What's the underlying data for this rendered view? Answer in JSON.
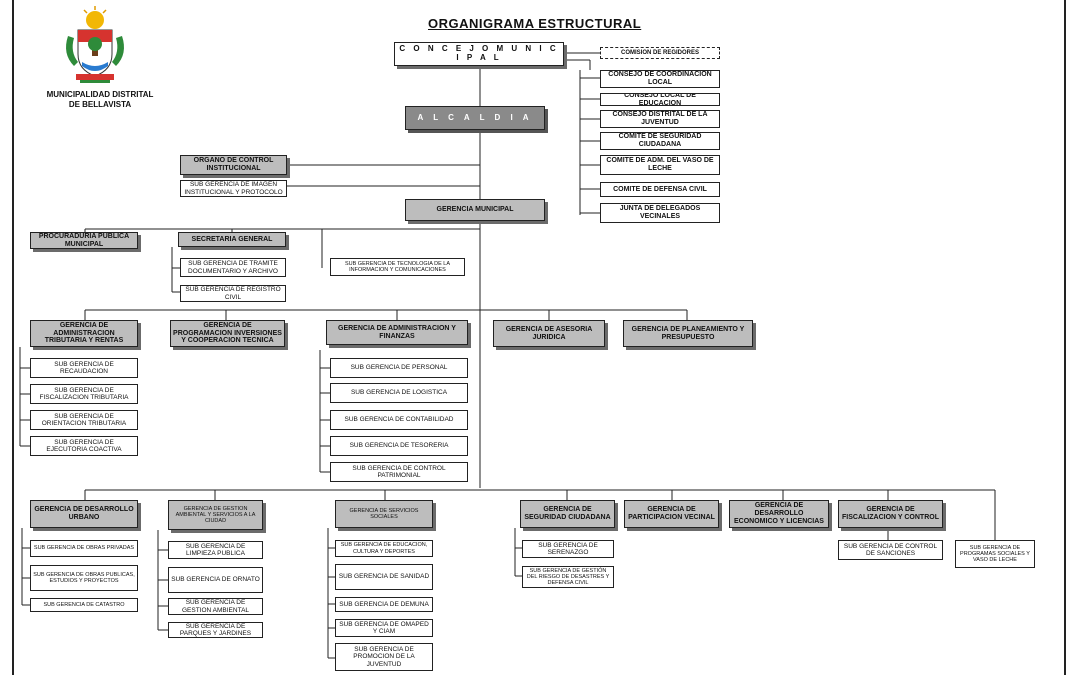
{
  "title": "ORGANIGRAMA   ESTRUCTURAL",
  "municipality": {
    "line1": "MUNICIPALIDAD DISTRITAL",
    "line2": "DE BELLAVISTA"
  },
  "boxes": {
    "concejo": "C O N C E J O   M U N I C I P A L",
    "comision": "COMISION DE REGIDORES",
    "coord_local": "CONSEJO DE COORDINACION LOCAL",
    "educacion": "CONSEJO LOCAL DE EDUCACION",
    "juventud": "CONSEJO DISTRITAL DE LA JUVENTUD",
    "seguridad": "COMITE DE SEGURIDAD CIUDADANA",
    "vaso_leche": "COMITE DE ADM. DEL VASO DE LECHE",
    "defensa": "COMITE DE DEFENSA CIVIL",
    "vecinales": "JUNTA DE DELEGADOS VECINALES",
    "alcaldia": "A L C A L D I A",
    "control": "ORGANO DE CONTROL INSTITUCIONAL",
    "imagen": "SUB GERENCIA DE IMAGEN INSTITUCIONAL Y PROTOCOLO",
    "gerencia_mun": "GERENCIA MUNICIPAL",
    "procuraduria": "PROCURADURIA PUBLICA MUNICIPAL",
    "secretaria": "SECRETARIA GENERAL",
    "tramite": "SUB GERENCIA DE TRAMITE DOCUMENTARIO Y ARCHIVO",
    "registro": "SUB GERENCIA DE REGISTRO CIVIL",
    "tecnologia": "SUB GERENCIA DE TECNOLOGIA DE LA INFORMACION Y COMUNICACIONES",
    "admin_trib": "GERENCIA DE ADMINISTRACION TRIBUTARIA Y RENTAS",
    "recaudacion": "SUB GERENCIA DE RECAUDACION",
    "fiscalizacion_trib": "SUB GERENCIA DE FISCALIZACION TRIBUTARIA",
    "orientacion": "SUB GERENCIA DE ORIENTACION TRIBUTARIA",
    "ejecutoria": "SUB GERENCIA DE EJECUTORIA COACTIVA",
    "programacion": "GERENCIA DE PROGRAMACION INVERSIONES Y COOPERACION TECNICA",
    "admin_fin": "GERENCIA DE ADMINISTRACION Y FINANZAS",
    "personal": "SUB GERENCIA DE PERSONAL",
    "logistica": "SUB GERENCIA DE LOGISTICA",
    "contabilidad": "SUB GERENCIA DE CONTABILIDAD",
    "tesoreria": "SUB GERENCIA DE TESORERIA",
    "patrimonial": "SUB GERENCIA DE CONTROL PATRIMONIAL",
    "asesoria": "GERENCIA DE ASESORIA JURIDICA",
    "planeamiento": "GERENCIA DE PLANEAMIENTO Y PRESUPUESTO",
    "desarrollo_urb": "GERENCIA DE DESARROLLO URBANO",
    "obras_priv": "SUB GERENCIA DE OBRAS PRIVADAS",
    "obras_pub": "SUB GERENCIA DE OBRAS PUBLICAS, ESTUDIOS Y PROYECTOS",
    "catastro": "SUB GERENCIA DE CATASTRO",
    "gestion_amb": "GERENCIA DE GESTION AMBIENTAL Y SERVICIOS A LA CIUDAD",
    "limpieza": "SUB GERENCIA DE LIMPIEZA PUBLICA",
    "ornato": "SUB GERENCIA DE ORNATO",
    "gestion_amb_sub": "SUB GERENCIA DE GESTION AMBIENTAL",
    "parques": "SUB GERENCIA DE PARQUES Y JARDINES",
    "servicios_soc": "GERENCIA DE SERVICIOS SOCIALES",
    "educacion_sub": "SUB GERENCIA DE EDUCACION, CULTURA Y DEPORTES",
    "sanidad": "SUB GERENCIA DE SANIDAD",
    "demuna": "SUB GERENCIA DE DEMUNA",
    "omaped": "SUB GERENCIA DE OMAPED Y CIAM",
    "promocion_juv": "SUB GERENCIA DE PROMOCION DE LA JUVENTUD",
    "seguridad_ciud": "GERENCIA DE SEGURIDAD CIUDADANA",
    "serenazgo": "SUB GERENCIA DE SERENAZGO",
    "riesgo": "SUB GERENCIA DE GESTIÓN DEL RIESGO DE DESASTRES Y DEFENSA CIVIL",
    "participacion": "GERENCIA DE PARTICIPACION VECINAL",
    "desarrollo_eco": "GERENCIA DE DESARROLLO ECONOMICO Y LICENCIAS",
    "fiscalizacion": "GERENCIA DE FISCALIZACION Y CONTROL",
    "sanciones": "SUB GERENCIA DE CONTROL DE SANCIONES",
    "programas_soc": "SUB GERENCIA DE PROGRAMAS SOCIALES Y VASO DE LECHE"
  }
}
